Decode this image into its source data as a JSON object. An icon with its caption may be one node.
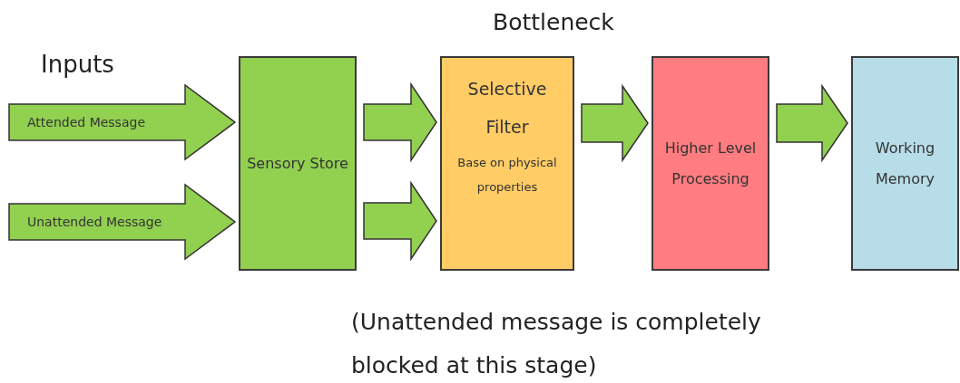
{
  "diagram": {
    "nodes": [
      {
        "text": [
          "Sensory Store"
        ]
      },
      {
        "text": [
          "Selective Filter",
          "Base on physical properties"
        ],
        "beside": [
          "Bottleneck"
        ]
      },
      {
        "text": [
          "Higher Level Processing"
        ]
      },
      {
        "text": [
          "Working Memory"
        ]
      }
    ],
    "edges": [
      {
        "from": null,
        "to": 0,
        "arrow": "to",
        "label": "Attended Message"
      },
      {
        "from": null,
        "to": 0,
        "arrow": "to",
        "label": "Unattended Message"
      },
      {
        "from": 0,
        "to": 1,
        "arrow": "to"
      },
      {
        "from": 0,
        "to": 1,
        "arrow": "to"
      },
      {
        "from": 1,
        "to": 2,
        "arrow": "to"
      },
      {
        "from": 2,
        "to": 3,
        "arrow": "to"
      }
    ],
    "labels": [
      "Inputs",
      "(Unattended message is completely blocked at this stage)"
    ]
  }
}
